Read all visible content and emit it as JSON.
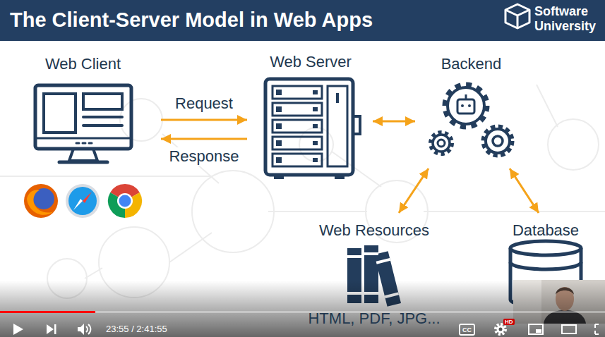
{
  "diagram": {
    "title": "The Client-Server Model in Web Apps",
    "nodes": [
      {
        "text": [
          "Web Client"
        ]
      },
      {
        "text": [
          "Web Server"
        ]
      },
      {
        "text": [
          "Backend"
        ]
      },
      {
        "text": [
          "Web Resources",
          "HTML, PDF, JPG..."
        ]
      },
      {
        "text": [
          "Database"
        ]
      }
    ],
    "edges": [
      {
        "from": 0,
        "to": 1,
        "label": "Request",
        "arrow": "to"
      },
      {
        "from": 1,
        "to": 0,
        "label": "Response",
        "arrow": "to"
      },
      {
        "from": 1,
        "to": 2,
        "arrow": "both"
      },
      {
        "from": 2,
        "to": 3,
        "arrow": "both"
      },
      {
        "from": 2,
        "to": 4,
        "arrow": "both"
      }
    ],
    "labels": [
      "Software",
      "University",
      "23:55 / 2:41:55",
      "CC",
      "HD"
    ]
  }
}
